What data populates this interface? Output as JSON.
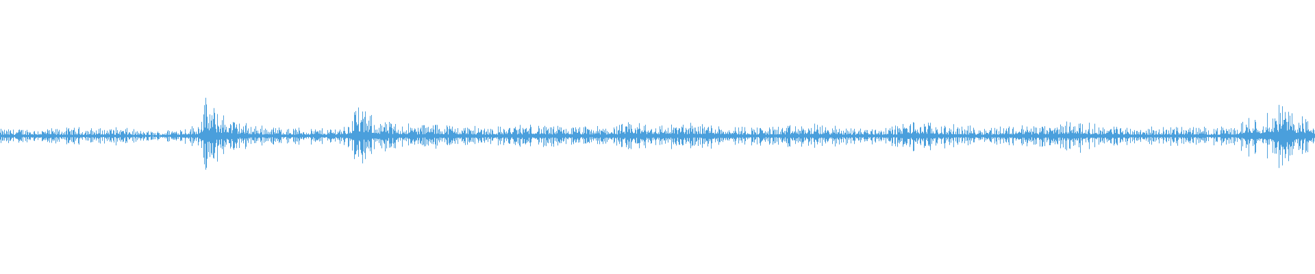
{
  "waveform": {
    "color": "#4a9fdc",
    "background": "#ffffff",
    "envelope": [
      [
        0.0,
        0.18
      ],
      [
        0.02,
        0.2
      ],
      [
        0.04,
        0.19
      ],
      [
        0.06,
        0.22
      ],
      [
        0.075,
        0.2
      ],
      [
        0.09,
        0.24
      ],
      [
        0.105,
        0.14
      ],
      [
        0.12,
        0.12
      ],
      [
        0.135,
        0.22
      ],
      [
        0.15,
        0.28
      ],
      [
        0.155,
        0.95
      ],
      [
        0.16,
        0.85
      ],
      [
        0.168,
        0.6
      ],
      [
        0.18,
        0.4
      ],
      [
        0.19,
        0.3
      ],
      [
        0.22,
        0.22
      ],
      [
        0.25,
        0.2
      ],
      [
        0.265,
        0.3
      ],
      [
        0.27,
        0.95
      ],
      [
        0.275,
        0.7
      ],
      [
        0.285,
        0.45
      ],
      [
        0.3,
        0.35
      ],
      [
        0.32,
        0.3
      ],
      [
        0.33,
        0.35
      ],
      [
        0.35,
        0.28
      ],
      [
        0.38,
        0.24
      ],
      [
        0.4,
        0.32
      ],
      [
        0.42,
        0.26
      ],
      [
        0.45,
        0.24
      ],
      [
        0.47,
        0.28
      ],
      [
        0.485,
        0.38
      ],
      [
        0.5,
        0.3
      ],
      [
        0.52,
        0.34
      ],
      [
        0.54,
        0.36
      ],
      [
        0.56,
        0.26
      ],
      [
        0.58,
        0.24
      ],
      [
        0.62,
        0.3
      ],
      [
        0.64,
        0.24
      ],
      [
        0.66,
        0.22
      ],
      [
        0.68,
        0.26
      ],
      [
        0.69,
        0.4
      ],
      [
        0.705,
        0.36
      ],
      [
        0.72,
        0.28
      ],
      [
        0.75,
        0.24
      ],
      [
        0.78,
        0.3
      ],
      [
        0.8,
        0.26
      ],
      [
        0.815,
        0.45
      ],
      [
        0.83,
        0.3
      ],
      [
        0.86,
        0.24
      ],
      [
        0.88,
        0.22
      ],
      [
        0.9,
        0.26
      ],
      [
        0.92,
        0.22
      ],
      [
        0.94,
        0.24
      ],
      [
        0.95,
        0.55
      ],
      [
        0.96,
        0.5
      ],
      [
        0.968,
        0.7
      ],
      [
        0.975,
        0.9
      ],
      [
        0.985,
        0.6
      ],
      [
        1.0,
        0.4
      ]
    ],
    "max_amplitude": 0.16,
    "baseline": 0.496
  }
}
